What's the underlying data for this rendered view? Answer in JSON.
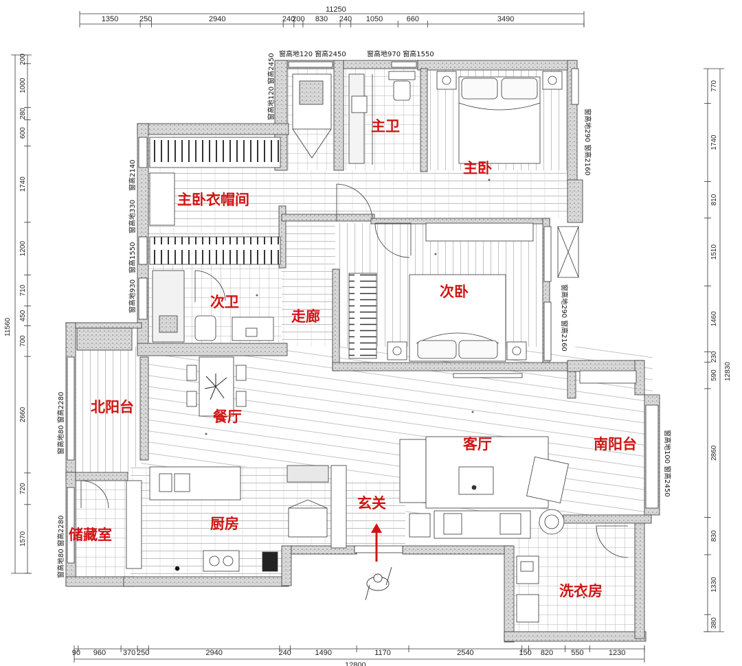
{
  "plan": {
    "accent_color": "#d01414",
    "rooms": {
      "master_bath": "主卫",
      "master_bedroom": "主卧",
      "walk_in_closet": "主卧衣帽间",
      "second_bath": "次卫",
      "second_bedroom": "次卧",
      "corridor": "走廊",
      "north_balcony": "北阳台",
      "dining": "餐厅",
      "living": "客厅",
      "south_balcony": "南阳台",
      "entrance": "玄关",
      "storage": "储藏室",
      "kitchen": "厨房",
      "laundry": "洗衣房"
    },
    "top_dims": {
      "total": "11250",
      "segments": [
        "1350",
        "250",
        "2940",
        "240",
        "200",
        "830",
        "240",
        "1050",
        "660",
        "3490"
      ]
    },
    "bottom_dims": {
      "total": "12800",
      "segments": [
        "90",
        "960",
        "370",
        "250",
        "2940",
        "240",
        "1490",
        "1170",
        "2540",
        "150",
        "820",
        "550",
        "1230"
      ]
    },
    "left_dims": {
      "total": "11560",
      "segments": [
        "200",
        "1000",
        "280",
        "600",
        "1740",
        "1200",
        "710",
        "450",
        "700",
        "2660",
        "720",
        "1570"
      ]
    },
    "right_dims": {
      "total": "12830",
      "segments": [
        "770",
        "1740",
        "810",
        "1510",
        "1460",
        "230",
        "590",
        "2860",
        "830",
        "1330",
        "380"
      ]
    },
    "window_notes": {
      "top_1": "窗高地120 窗高2450",
      "top_2": "窗高地970 窗高1550",
      "master_bath_side": "窗高地120 窗高2450",
      "master_bed_side": "窗高地290 窗高2160",
      "closet_top": "窗高2140",
      "closet_mid": "窗高地330",
      "bath2_top": "窗高1550",
      "bath2_mid": "窗高地930",
      "bed2_side": "窗高地290 窗高2160",
      "north_balcony": "窗高地80 窗高2280",
      "south_balcony": "窗高地100 窗高2450",
      "storage": "窗高地80 窗高2280"
    },
    "icons": [
      "entrance-arrow-icon",
      "person-icon",
      "plant-icon"
    ]
  }
}
